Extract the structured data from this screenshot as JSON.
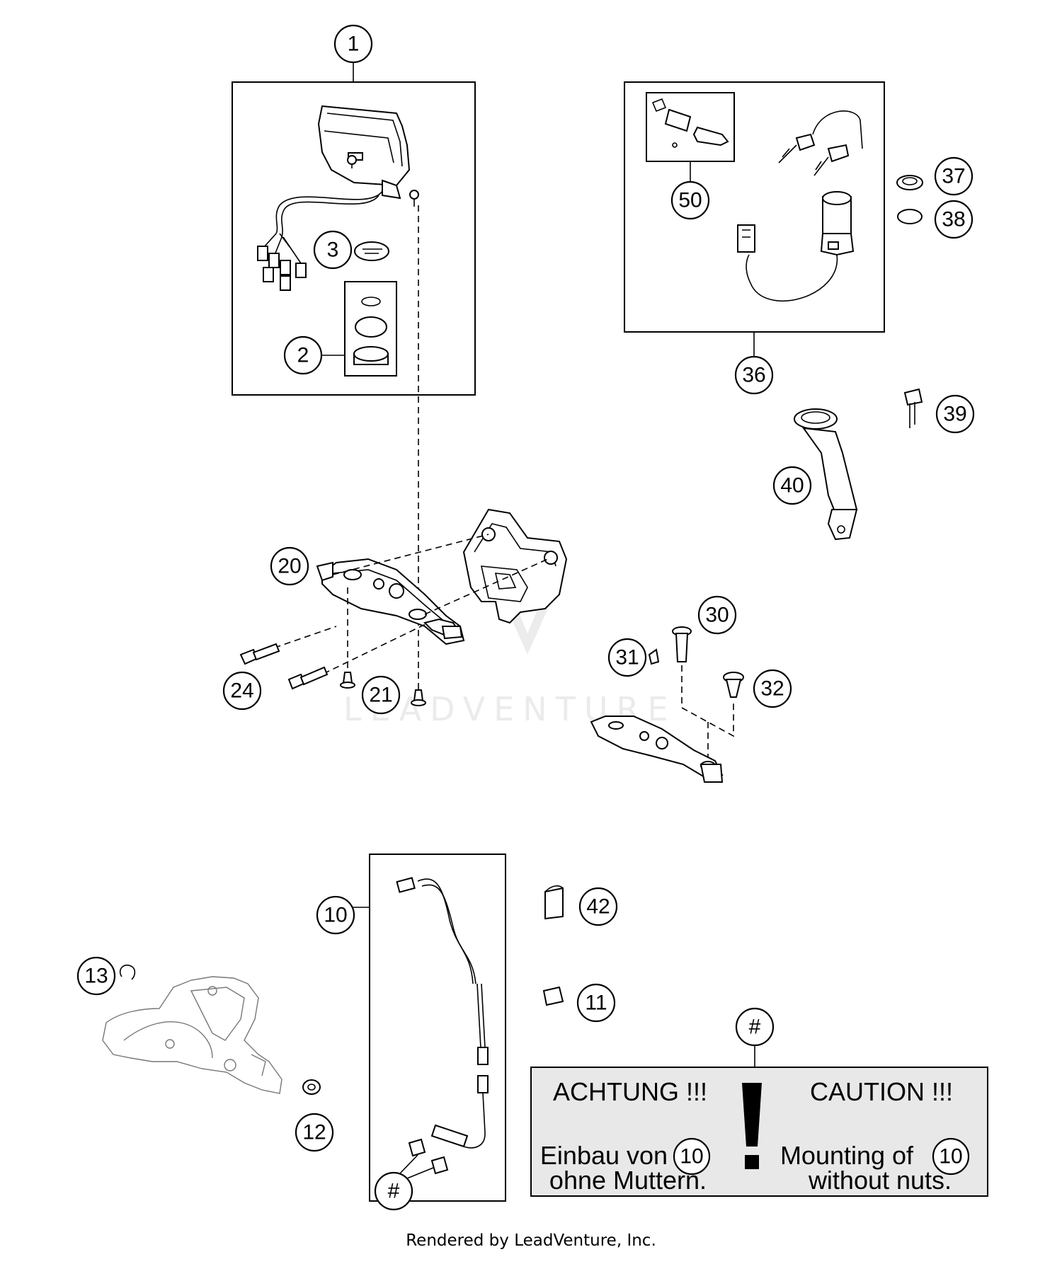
{
  "callouts": {
    "c1": "1",
    "c2": "2",
    "c3": "3",
    "c10": "10",
    "c11": "11",
    "c12": "12",
    "c13": "13",
    "c20": "20",
    "c21": "21",
    "c24": "24",
    "c30": "30",
    "c31": "31",
    "c32": "32",
    "c36": "36",
    "c37": "37",
    "c38": "38",
    "c39": "39",
    "c40": "40",
    "c42": "42",
    "c50": "50",
    "hash_top": "#",
    "hash_bottom": "#"
  },
  "caution_note": {
    "de_title": "ACHTUNG !!!",
    "de_line1": "Einbau von",
    "de_line2": "ohne Muttern.",
    "de_ref": "10",
    "en_title": "CAUTION !!!",
    "en_line1": "Mounting of",
    "en_line2": "without nuts.",
    "en_ref": "10",
    "symbol": "!"
  },
  "watermark": "LEADVENTURE",
  "footer": "Rendered by LeadVenture, Inc.",
  "colors": {
    "note_background": "#e8e8e8",
    "line": "#000000",
    "watermark": "#ebebeb"
  }
}
